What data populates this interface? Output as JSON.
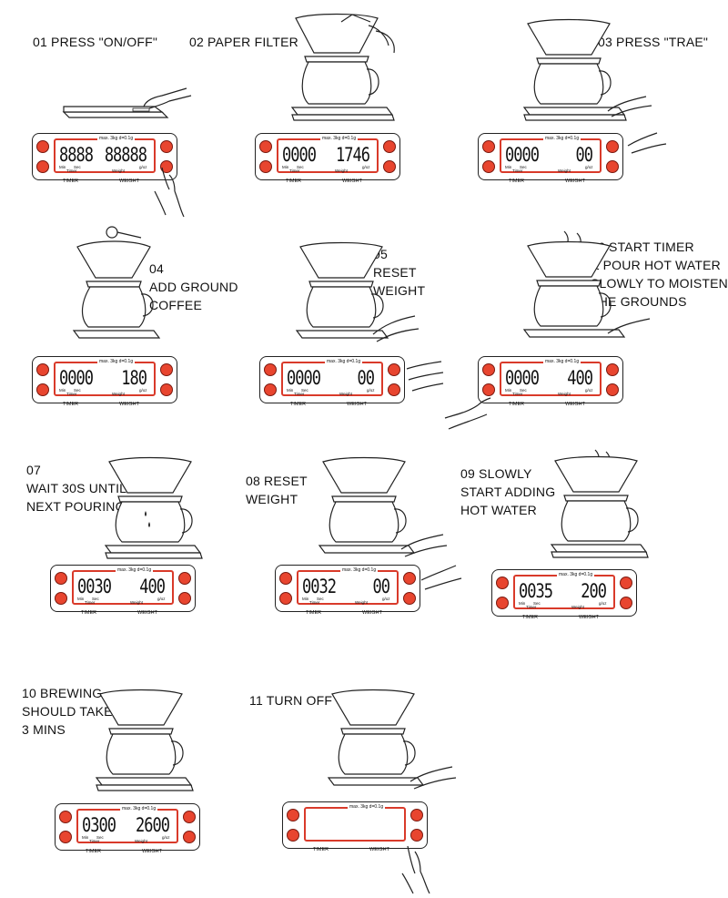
{
  "panel_labels": {
    "max": "max. 3kg d=0.1g",
    "min": "Min",
    "sec": "Sec",
    "timer_small": "Timer",
    "weight_small": "Weight",
    "unit": "g/oz",
    "timer": "TIMER",
    "weight": "WEIGHT"
  },
  "steps": [
    {
      "caption": [
        "01 PRESS \"ON/OFF\""
      ],
      "timer": "8888",
      "weight": "88888"
    },
    {
      "caption": [
        "02 PAPER FILTER"
      ],
      "timer": "0000",
      "weight": "1746"
    },
    {
      "caption": [
        "03 PRESS \"TRAE\""
      ],
      "timer": "0000",
      "weight": "00"
    },
    {
      "caption": [
        "04",
        "ADD GROUND",
        "COFFEE"
      ],
      "timer": "0000",
      "weight": "180"
    },
    {
      "caption": [
        "05",
        "RESET",
        "WEIGHT"
      ],
      "timer": "0000",
      "weight": "00"
    },
    {
      "caption": [
        "06 START TIMER",
        "& POUR HOT WATER",
        "SLOWLY TO MOISTEN",
        "THE GROUNDS"
      ],
      "timer": "0000",
      "weight": "400"
    },
    {
      "caption": [
        "07",
        "WAIT 30S UNTIL",
        "NEXT POURING"
      ],
      "timer": "0030",
      "weight": "400"
    },
    {
      "caption": [
        "08 RESET",
        "WEIGHT"
      ],
      "timer": "0032",
      "weight": "00"
    },
    {
      "caption": [
        "09 SLOWLY",
        "START ADDING",
        "HOT WATER"
      ],
      "timer": "0035",
      "weight": "200"
    },
    {
      "caption": [
        "10 BREWING",
        "SHOULD TAKE",
        "3 MINS"
      ],
      "timer": "0300",
      "weight": "2600"
    },
    {
      "caption": [
        "11 TURN OFF"
      ],
      "timer": "",
      "weight": ""
    }
  ]
}
